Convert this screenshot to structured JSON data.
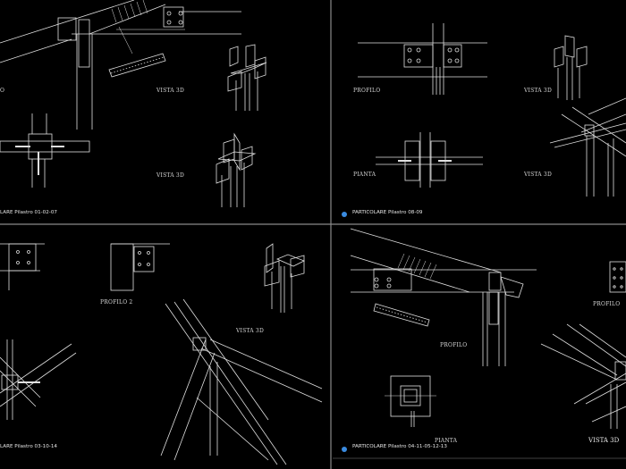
{
  "sheets": [
    {
      "title": "LARE Pilastro 01-02-07",
      "views": [
        "O",
        "VISTA 3D",
        "VISTA 3D"
      ]
    },
    {
      "title": "PARTICOLARE Pilastro 08-09",
      "views": [
        "PROFILO",
        "VISTA 3D",
        "PIANTA",
        "VISTA 3D"
      ]
    },
    {
      "title": "LARE Pilastro 03-10-14",
      "views": [
        "PROFILO 2",
        "VISTA 3D"
      ]
    },
    {
      "title": "PARTICOLARE Pilastro 04-11-05-12-13",
      "views": [
        "PROFILO",
        "PROFILO",
        "PIANTA",
        "VISTA 3D"
      ]
    }
  ],
  "colors": {
    "background": "#000000",
    "lines": "#e0e0e0",
    "divider": "#8a8a8a",
    "marker": "#3a8be0"
  },
  "icons": {
    "sheet_marker": "blue-circle-marker-icon"
  }
}
